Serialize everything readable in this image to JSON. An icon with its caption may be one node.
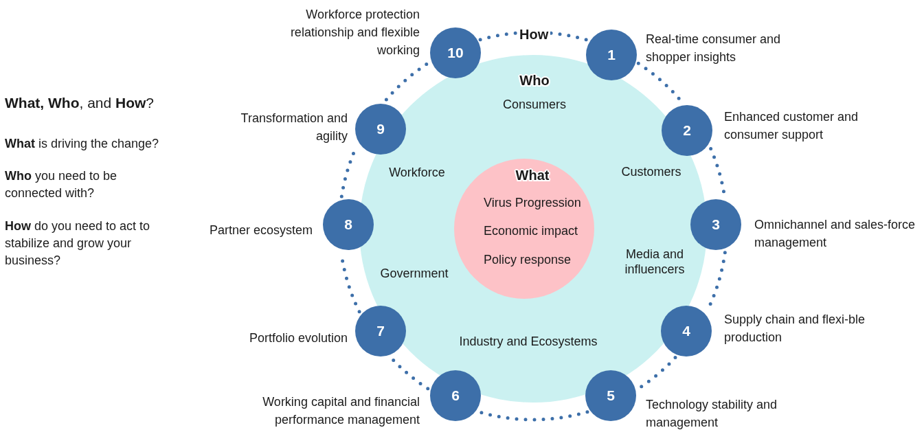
{
  "diagram": {
    "nodes": [
      {
        "text": [
          "Who",
          "Consumers",
          "Customers",
          "Media and influencers",
          "Industry and Ecosystems",
          "Government",
          "Workforce"
        ]
      },
      {
        "text": [
          "What",
          "Virus Progression",
          "Economic impact",
          "Policy response"
        ],
        "in": 0
      },
      {
        "text": [
          "1"
        ],
        "beside": [
          "Real-time consumer and shopper insights"
        ]
      },
      {
        "text": [
          "2"
        ],
        "beside": [
          "Enhanced customer and consumer support"
        ]
      },
      {
        "text": [
          "3"
        ],
        "beside": [
          "Omnichannel and sales-force management"
        ]
      },
      {
        "text": [
          "4"
        ],
        "beside": [
          "Supply chain and flexi-ble production"
        ]
      },
      {
        "text": [
          "5"
        ],
        "beside": [
          "Technology stability and management"
        ]
      },
      {
        "text": [
          "6"
        ],
        "beside": [
          "Working capital and financial performance management"
        ]
      },
      {
        "text": [
          "7"
        ],
        "beside": [
          "Portfolio evolution"
        ]
      },
      {
        "text": [
          "8"
        ],
        "beside": [
          "Partner ecosystem"
        ]
      },
      {
        "text": [
          "9"
        ],
        "beside": [
          "Transformation and agility"
        ]
      },
      {
        "text": [
          "10"
        ],
        "beside": [
          "Workforce protection relationship and flexible working"
        ]
      }
    ],
    "edges": [
      {
        "from": 2,
        "to": 3,
        "arrow": "none",
        "style": "dashed"
      },
      {
        "from": 3,
        "to": 4,
        "arrow": "none",
        "style": "dashed"
      },
      {
        "from": 4,
        "to": 5,
        "arrow": "none",
        "style": "dashed"
      },
      {
        "from": 5,
        "to": 6,
        "arrow": "none",
        "style": "dashed"
      },
      {
        "from": 6,
        "to": 7,
        "arrow": "none",
        "style": "dashed"
      },
      {
        "from": 7,
        "to": 8,
        "arrow": "none",
        "style": "dashed"
      },
      {
        "from": 8,
        "to": 9,
        "arrow": "none",
        "style": "dashed"
      },
      {
        "from": 9,
        "to": 10,
        "arrow": "none",
        "style": "dashed"
      },
      {
        "from": 10,
        "to": 11,
        "arrow": "none",
        "style": "dashed"
      },
      {
        "from": 11,
        "to": 2,
        "arrow": "none",
        "style": "dashed",
        "label": "How"
      }
    ],
    "labels": [
      "**What, Who**, and **How**?",
      "**What** is driving the change?",
      "**Who** you need to be connected with?",
      "**How** do you need to act to stabilize and grow your business?"
    ]
  }
}
